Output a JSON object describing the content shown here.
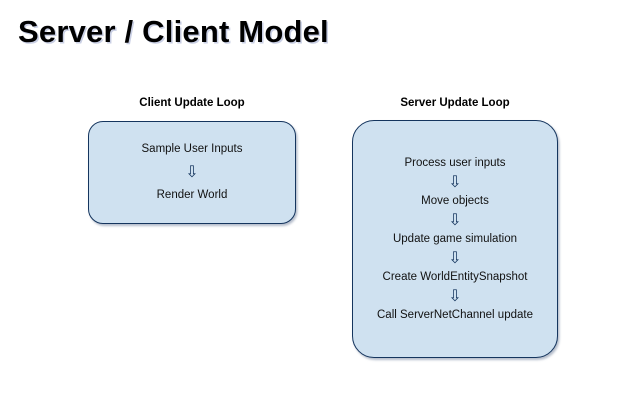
{
  "slide": {
    "title": "Server / Client Model",
    "background_color": "#ffffff"
  },
  "style": {
    "box_fill": "#cfe1f0",
    "box_border": "#15355e",
    "arrow_color": "#15355e",
    "title_color": "#000000"
  },
  "diagram": {
    "type": "flowchart",
    "columns": [
      {
        "id": "client",
        "heading": "Client Update Loop",
        "arrow_icon": "⇩",
        "steps": [
          "Sample User Inputs",
          "Render World"
        ]
      },
      {
        "id": "server",
        "heading": "Server Update Loop",
        "arrow_icon": "⇩",
        "steps": [
          "Process user inputs",
          "Move objects",
          "Update game simulation",
          "Create WorldEntitySnapshot",
          "Call ServerNetChannel update"
        ]
      }
    ]
  }
}
